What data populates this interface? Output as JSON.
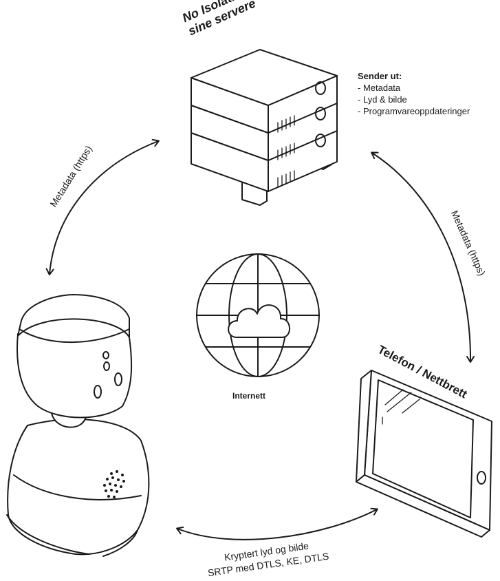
{
  "servers": {
    "title_line1": "No Isolation",
    "title_line2": "sine servere"
  },
  "sender": {
    "heading": "Sender ut:",
    "items": [
      "- Metadata",
      "- Lyd & bilde",
      "- Programvareoppdateringer"
    ]
  },
  "internet": {
    "label": "Internett"
  },
  "phone": {
    "title": "Telefon / Nettbrett"
  },
  "connections": {
    "left_label": "Metadata (https)",
    "right_label": "Metadata (https)",
    "bottom_line1": "Kryptert lyd og bilde",
    "bottom_line2": "SRTP med DTLS, KE, DTLS"
  },
  "icons": [
    "server-rack-icon",
    "globe-icon",
    "cloud-icon",
    "robot-icon",
    "tablet-icon"
  ]
}
